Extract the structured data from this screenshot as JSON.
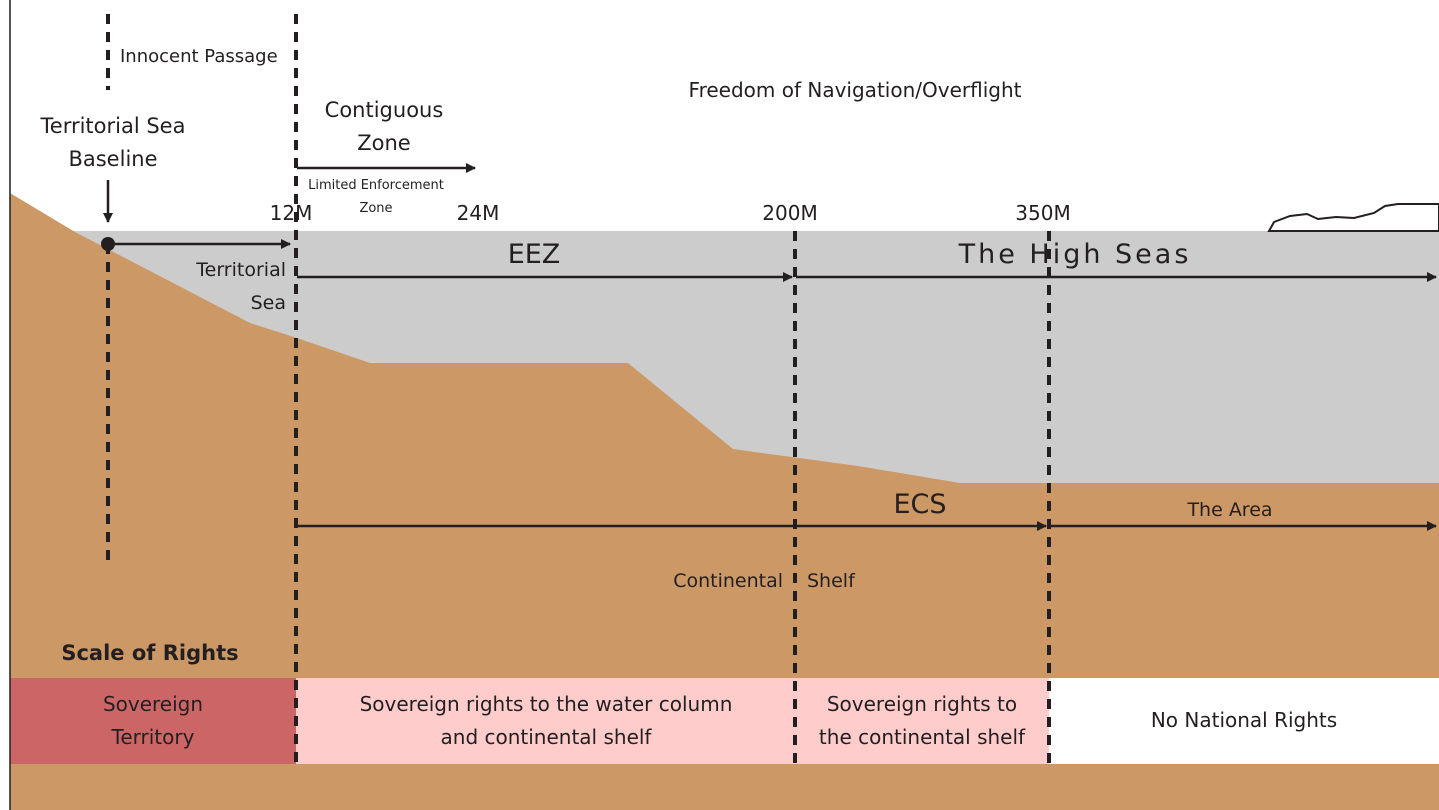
{
  "colors": {
    "land": "#CC9966",
    "sea": "#CCCCCC",
    "sovereign_territory": "#CC6666",
    "sovereign_rights": "#FFCCCC",
    "no_rights": "#FFFFFF",
    "ink": "#231F20"
  },
  "top": {
    "innocent_passage": "Innocent Passage",
    "freedom": "Freedom of Navigation/Overflight",
    "contiguous_line1": "Contiguous",
    "contiguous_line2": "Zone",
    "limited_line1": "Limited Enforcement",
    "limited_line2": "Zone",
    "baseline_line1": "Territorial Sea",
    "baseline_line2": "Baseline"
  },
  "distances": {
    "m12": "12M",
    "m24": "24M",
    "m200": "200M",
    "m350": "350M"
  },
  "zones": {
    "territorial_line1": "Territorial",
    "territorial_line2": "Sea",
    "eez": "EEZ",
    "high_seas": "The High Seas",
    "ecs": "ECS",
    "the_area": "The Area",
    "continental": "Continental",
    "shelf": "Shelf"
  },
  "rights": {
    "heading": "Scale of Rights",
    "sovereign_line1": "Sovereign",
    "sovereign_line2": "Territory",
    "water_line1": "Sovereign rights to the water column",
    "water_line2": "and continental shelf",
    "shelf_line1": "Sovereign rights to",
    "shelf_line2": "the continental shelf",
    "none": "No National Rights"
  }
}
